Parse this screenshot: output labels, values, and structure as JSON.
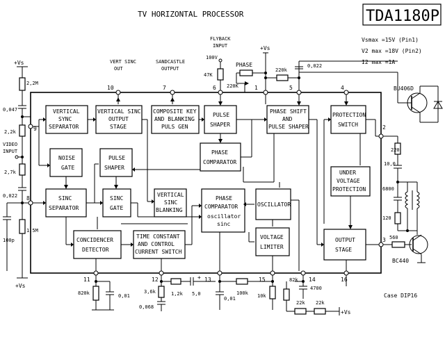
{
  "title": "TV HORIZONTAL  PROCESSOR",
  "part_number": "TDA1180P",
  "specs": [
    "Vsmax =15V (Pin1)",
    "V2 max =18V (Pin2)",
    "I2 max =1A"
  ],
  "package": "Case DIP16",
  "blocks": {
    "vsync_sep": [
      "VERTICAL",
      "SYNC",
      "SEPARATOR"
    ],
    "vsync_out": [
      "VERTICAL SINC",
      "OUTPUT",
      "STAGE"
    ],
    "comp_key": [
      "COMPOSITE KEY",
      "AND BLANKING",
      "PULS GEN"
    ],
    "pulse_shaper_top": [
      "PULSE",
      "SHAPER"
    ],
    "phase_shift": [
      "PHASE SHIFT",
      "AND",
      "PULSE SHAPER"
    ],
    "protection": [
      "PROTECTION",
      "SWITCH"
    ],
    "noise_gate": [
      "NOISE",
      "GATE"
    ],
    "pulse_shaper_mid": [
      "PULSE",
      "SHAPER"
    ],
    "phase_comp_top": [
      "PHASE",
      "COMPARATOR"
    ],
    "undervoltage": [
      "UNDER",
      "VOLTAGE",
      "PROTECTION"
    ],
    "sync_sep": [
      "SINC",
      "SEPARATOR"
    ],
    "sync_gate": [
      "SINC",
      "GATE"
    ],
    "vsync_blank": [
      "VERTICAL",
      "SINC",
      "BLANKING"
    ],
    "phase_comp_osc": [
      "PHASE",
      "COMPARATOR",
      "oscillator",
      "sinc"
    ],
    "oscillator": [
      "OSCILLATOR"
    ],
    "coincidence": [
      "CONCIDENCER",
      "DETECTOR"
    ],
    "time_const": [
      "TIME CONSTANT",
      "AND CONTROL",
      "CURRENT SWITCH"
    ],
    "voltage_limiter": [
      "VOLTAGE",
      "LIMITER"
    ],
    "output_stage": [
      "OUTPUT",
      "STAGE"
    ]
  },
  "labels": {
    "vert_sinc_out": [
      "VERT SINC",
      "OUT"
    ],
    "sandcastle_out": [
      "SANDCASTLE",
      "OUTPUT"
    ],
    "flyback_input": [
      "FLYBACK",
      "INPUT",
      "100V"
    ],
    "video_input": [
      "VIDEO",
      "INPUT"
    ],
    "vs_top_left": "+Vs",
    "vs_top_mid": "+Vs",
    "vs_bottom_left": "+Vs",
    "vs_bottom_right": "+Vs",
    "phase": "PHASE",
    "bu406d": "BU406D",
    "bc440": "BC440",
    "plus": "+"
  },
  "pins": {
    "p1": "1",
    "p2": "2",
    "p3": "3",
    "p4": "4",
    "p5": "5",
    "p6": "6",
    "p7": "7",
    "p8": "8",
    "p9": "9",
    "p10": "10",
    "p11": "11",
    "p12": "12",
    "p13": "13",
    "p14": "14",
    "p15": "15",
    "p16": "16"
  },
  "components": {
    "r_2m2": "2,2M",
    "c_0047": "0,047",
    "r_2k2": "2,2k",
    "r_2k7": "2,7k",
    "c_0022_left": "0,022",
    "c_100p": "100p",
    "r_1m5": "1,5M",
    "r_47k": "47K",
    "r_220k_left": "220K",
    "r_220k_right": "220k",
    "c_0022_top": "0,022",
    "r_820k": "820k",
    "c_001_a": "0,01",
    "r_3k6": "3,6k",
    "c_0068": "0,068",
    "r_1k2": "1,2k",
    "c_50": "5,0",
    "c_001_b": "0,01",
    "r_100k": "100k",
    "r_10k": "10k",
    "r_82k": "82k",
    "c_4700": "4700",
    "r_22k_a": "22k",
    "r_22k_b": "22k",
    "r_220": "220",
    "c_100": "10,0",
    "c_6800": "6800",
    "r_120": "120",
    "r_560": "560"
  }
}
